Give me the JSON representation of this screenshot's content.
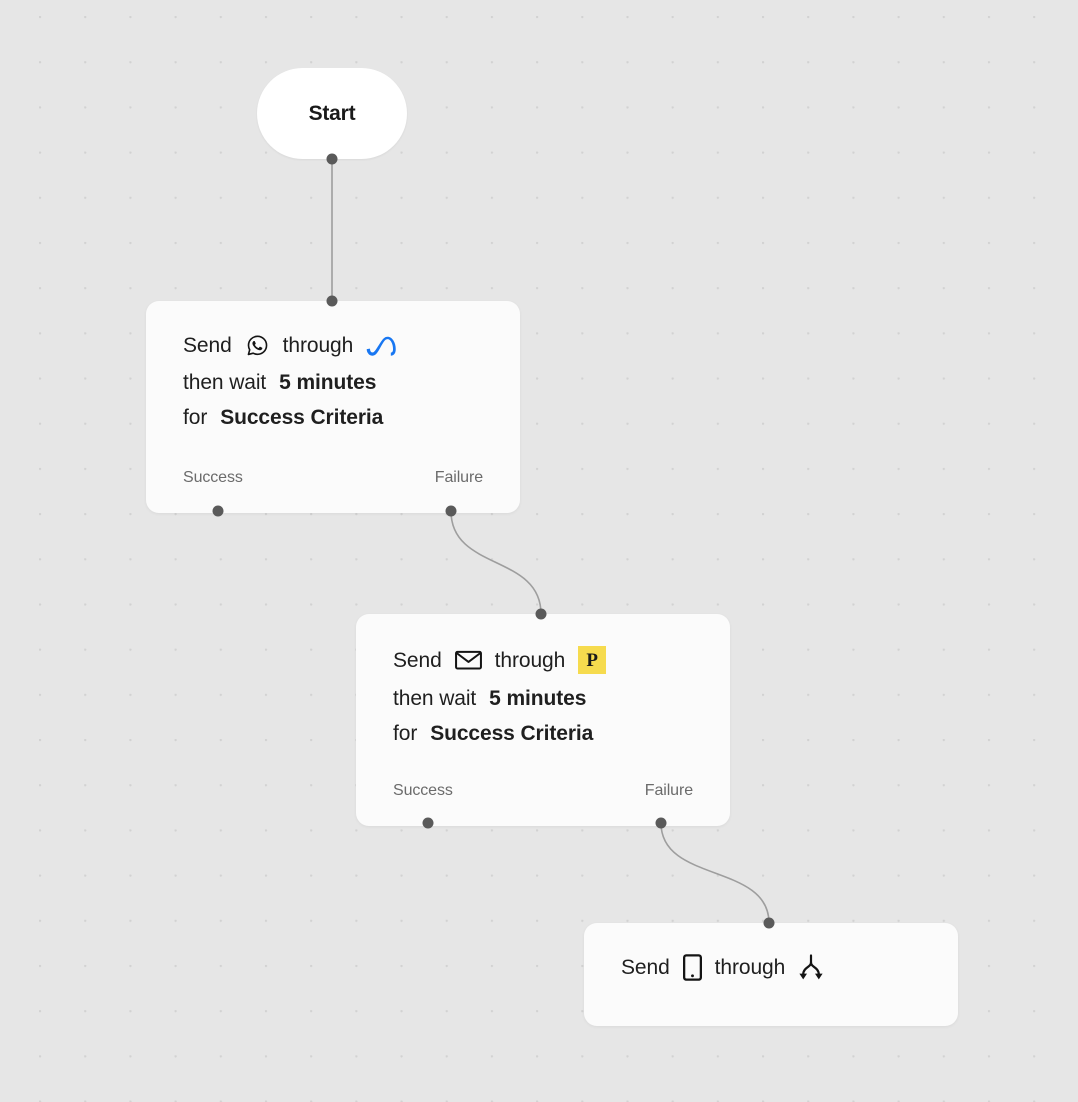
{
  "canvas": {
    "background_color": "#e6e6e6",
    "dot_color": "#d2d2d2",
    "edge_color": "#9e9e9e",
    "handle_color": "#5a5a5a"
  },
  "start_node": {
    "label": "Start"
  },
  "nodes": [
    {
      "id": "node-whatsapp",
      "line1": {
        "verb": "Send",
        "channel_icon": "whatsapp-icon",
        "connector": "through",
        "provider_icon": "meta-icon",
        "provider_color": "#1877F2"
      },
      "line2": {
        "prefix": "then wait",
        "value": "5 minutes"
      },
      "line3": {
        "prefix": "for",
        "value": "Success Criteria"
      },
      "outputs": {
        "success": "Success",
        "failure": "Failure"
      }
    },
    {
      "id": "node-email",
      "line1": {
        "verb": "Send",
        "channel_icon": "envelope-icon",
        "connector": "through",
        "provider_icon": "postmark-p-badge",
        "provider_label": "P",
        "provider_color": "#F6DB4E"
      },
      "line2": {
        "prefix": "then wait",
        "value": "5 minutes"
      },
      "line3": {
        "prefix": "for",
        "value": "Success Criteria"
      },
      "outputs": {
        "success": "Success",
        "failure": "Failure"
      }
    },
    {
      "id": "node-mobile",
      "line1": {
        "verb": "Send",
        "channel_icon": "mobile-phone-icon",
        "connector": "through",
        "provider_icon": "branch-split-icon"
      }
    }
  ]
}
